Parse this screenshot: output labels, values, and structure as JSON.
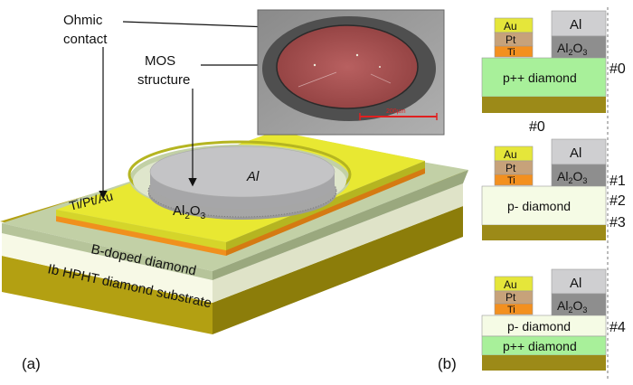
{
  "panel_a": {
    "label": "(a)",
    "callouts": {
      "ohmic_line1": "Ohmic",
      "ohmic_line2": "contact",
      "mos_line1": "MOS",
      "mos_line2": "structure"
    },
    "inset": {
      "scale_text": "200µm"
    },
    "layers": {
      "contact": "Ti/Pt/Au",
      "gate_metal": "Al",
      "oxide_base": "Al",
      "oxide_sub": "2",
      "oxide_mid": "O",
      "oxide_sub2": "3",
      "doped_layer": "B-doped diamond",
      "substrate": "Ib HPHT diamond substrate"
    }
  },
  "panel_b": {
    "label": "(b)",
    "stack_layers": {
      "au": "Au",
      "pt": "Pt",
      "ti": "Ti",
      "al": "Al",
      "oxide_base": "Al",
      "oxide_sub": "2",
      "oxide_mid": "O",
      "oxide_sub2": "3"
    },
    "stacks": [
      {
        "layer": "p++ diamond"
      },
      {
        "layer": "p- diamond"
      },
      {
        "layer_top": "p- diamond",
        "layer_bottom": "p++ diamond"
      }
    ],
    "markers": [
      "#0",
      "#0",
      "#1",
      "#2",
      "#3",
      "#4"
    ]
  },
  "colors": {
    "gold": "#e8e832",
    "gold_dark": "#b5b521",
    "orange": "#f0901e",
    "green_top": "#c2d0a6",
    "green_side": "#9aa87e",
    "substrate": "#b3a012",
    "substrate_dark": "#8c7d0a",
    "aluminum": "#c4c4c6",
    "oxide": "#8e8e8e",
    "pt": "#c7a27a",
    "ti": "#f3901f",
    "au": "#e5e63a",
    "p_plus": "#a8f09a",
    "p_minus": "#f5fbe5",
    "inset_red": "#b04a4a"
  }
}
